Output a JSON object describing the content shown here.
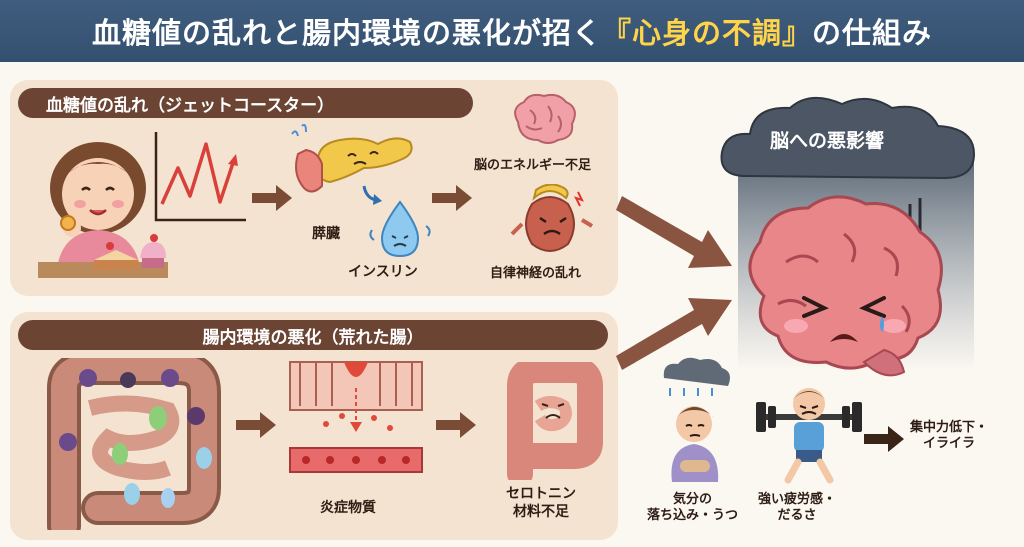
{
  "title": {
    "prefix": "血糖値の乱れと腸内環境の悪化が招く",
    "highlight": "『心身の不調』",
    "suffix": "の仕組み"
  },
  "panel_blood": {
    "header": "血糖値の乱れ（ジェットコースター）",
    "pancreas_label": "膵臓",
    "insulin_label": "インスリン",
    "brain_energy_label": "脳のエネルギー不足",
    "autonomic_label": "自律神経の乱れ"
  },
  "panel_gut": {
    "header": "腸内環境の悪化（荒れた腸）",
    "inflammation_label": "炎症物質",
    "serotonin_label_1": "セロトニン",
    "serotonin_label_2": "材料不足"
  },
  "brain": {
    "cloud_label": "脳への悪影響"
  },
  "effects": {
    "depression_1": "気分の",
    "depression_2": "落ち込み・うつ",
    "fatigue_1": "強い疲労感・",
    "fatigue_2": "だるさ",
    "focus_1": "集中力低下・",
    "focus_2": "イライラ"
  },
  "colors": {
    "title_bg": "#3f5d7f",
    "highlight": "#ffd44a",
    "panel_bg": "#f4e3d0",
    "header_bg": "#6b4434",
    "arrow": "#7a4c36"
  }
}
